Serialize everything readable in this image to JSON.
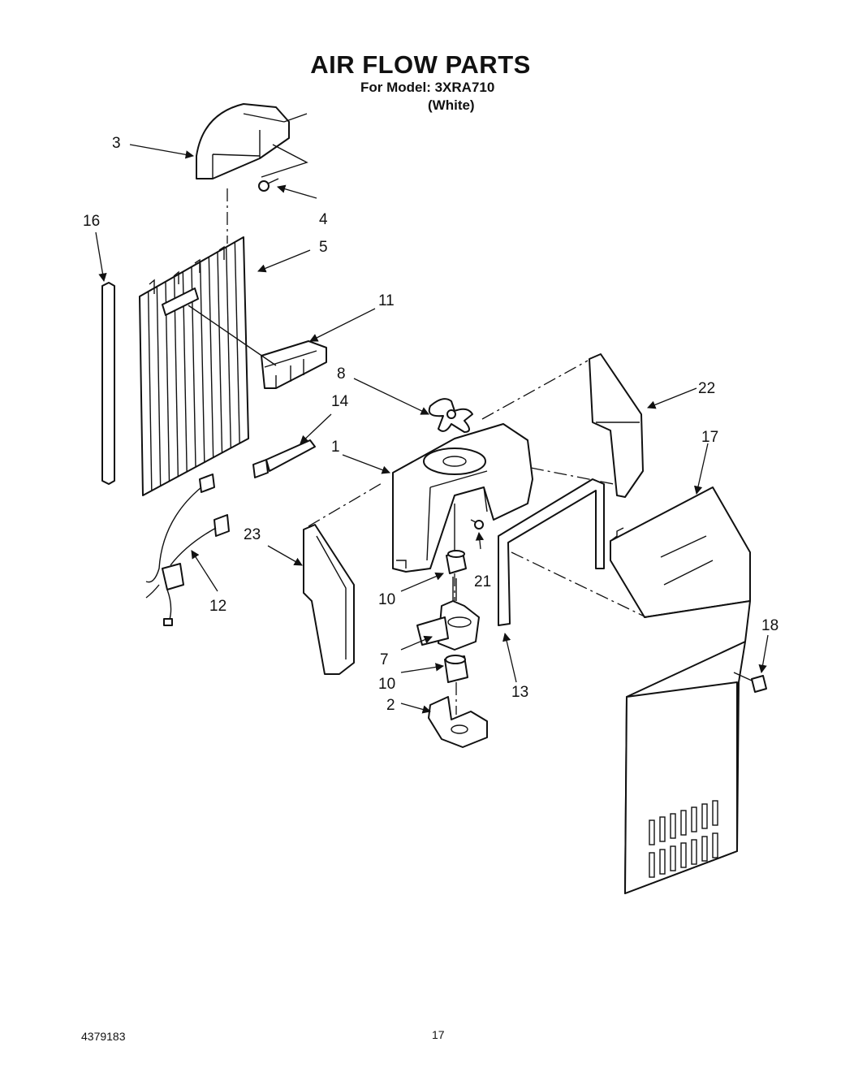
{
  "header": {
    "title": "AIR FLOW PARTS",
    "model_line": "For Model: 3XRA710",
    "color_line": "(White)"
  },
  "footer": {
    "doc_number": "4379183",
    "page_number": "17"
  },
  "callouts": {
    "c1": "1",
    "c2": "2",
    "c3": "3",
    "c4": "4",
    "c5": "5",
    "c7": "7",
    "c8": "8",
    "c10a": "10",
    "c10b": "10",
    "c11": "11",
    "c12": "12",
    "c13": "13",
    "c14": "14",
    "c16": "16",
    "c17": "17",
    "c18": "18",
    "c21": "21",
    "c22": "22",
    "c23": "23"
  }
}
